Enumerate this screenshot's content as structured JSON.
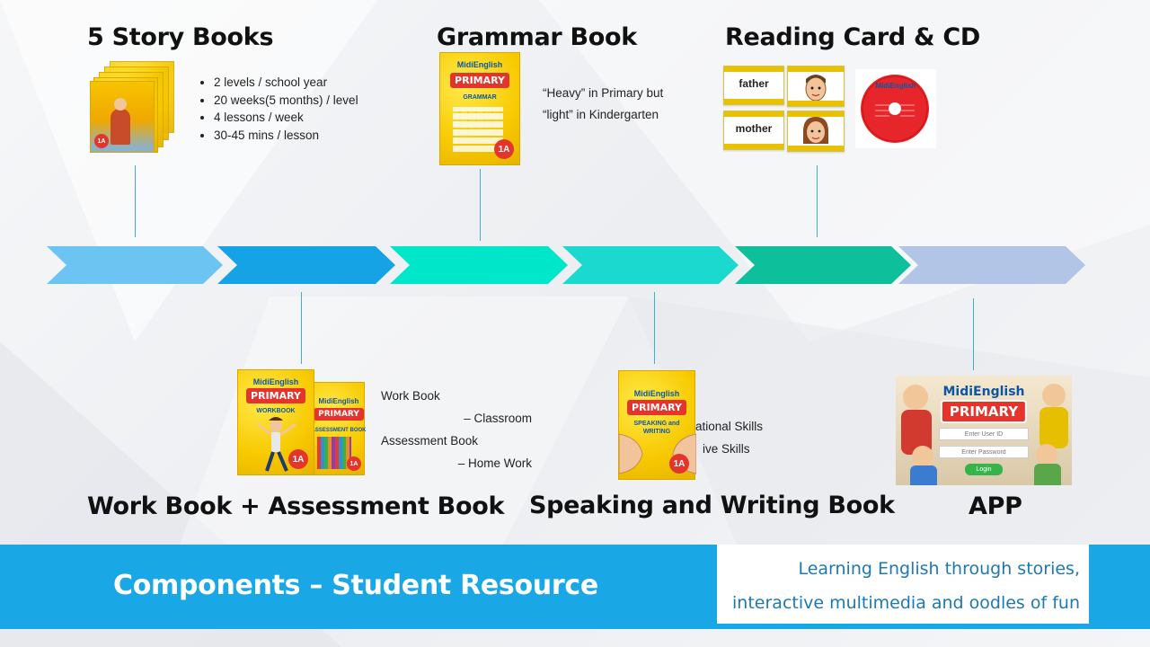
{
  "components": {
    "story_books": {
      "title": "5 Story Books",
      "bullets": [
        "2 levels / school year",
        "20 weeks(5 months) / level",
        "4 lessons / week",
        "30-45 mins / lesson"
      ],
      "cover_badge": "1A"
    },
    "grammar_book": {
      "title": "Grammar Book",
      "note_lines": [
        "“Heavy” in Primary but",
        "“light” in Kindergarten"
      ],
      "cover": {
        "brand_top": "MidiEnglish",
        "brand": "PRIMARY",
        "sub": "GRAMMAR",
        "badge": "1A"
      }
    },
    "reading_card": {
      "title": "Reading Card & CD",
      "cards": [
        "father",
        "mother"
      ],
      "cd_label": "MidiEnglish"
    },
    "work_book": {
      "title": "Work Book + Assessment Book",
      "note_lines": [
        "Work Book",
        "– Classroom",
        "Assessment Book",
        "– Home Work"
      ],
      "cover1": {
        "brand_top": "MidiEnglish",
        "brand": "PRIMARY",
        "sub": "WORKBOOK",
        "badge": "1A"
      },
      "cover2": {
        "brand_top": "MidiEnglish",
        "brand": "PRIMARY",
        "sub": "ASSESSMENT BOOK",
        "badge": "1A"
      }
    },
    "speaking_book": {
      "title": "Speaking and Writing Book",
      "note_lines": [
        "ational Skills",
        "ive Skills"
      ],
      "cover": {
        "brand_top": "MidiEnglish",
        "brand": "PRIMARY",
        "sub": "SPEAKING and WRITING",
        "badge": "1A"
      }
    },
    "app": {
      "title": "APP",
      "screen": {
        "brand_top": "MidiEnglish",
        "brand": "PRIMARY",
        "user_placeholder": "Enter User ID",
        "pass_placeholder": "Enter Password",
        "login": "Login"
      }
    }
  },
  "arrow_colors": [
    "#6cc4f2",
    "#16a3e6",
    "#00e6c8",
    "#1cd9cf",
    "#0dbf9b",
    "#b3c5e6"
  ],
  "footer": {
    "title": "Components – Student Resource",
    "tagline_lines": [
      "Learning English through stories,",
      "interactive multimedia and oodles of fun"
    ]
  }
}
